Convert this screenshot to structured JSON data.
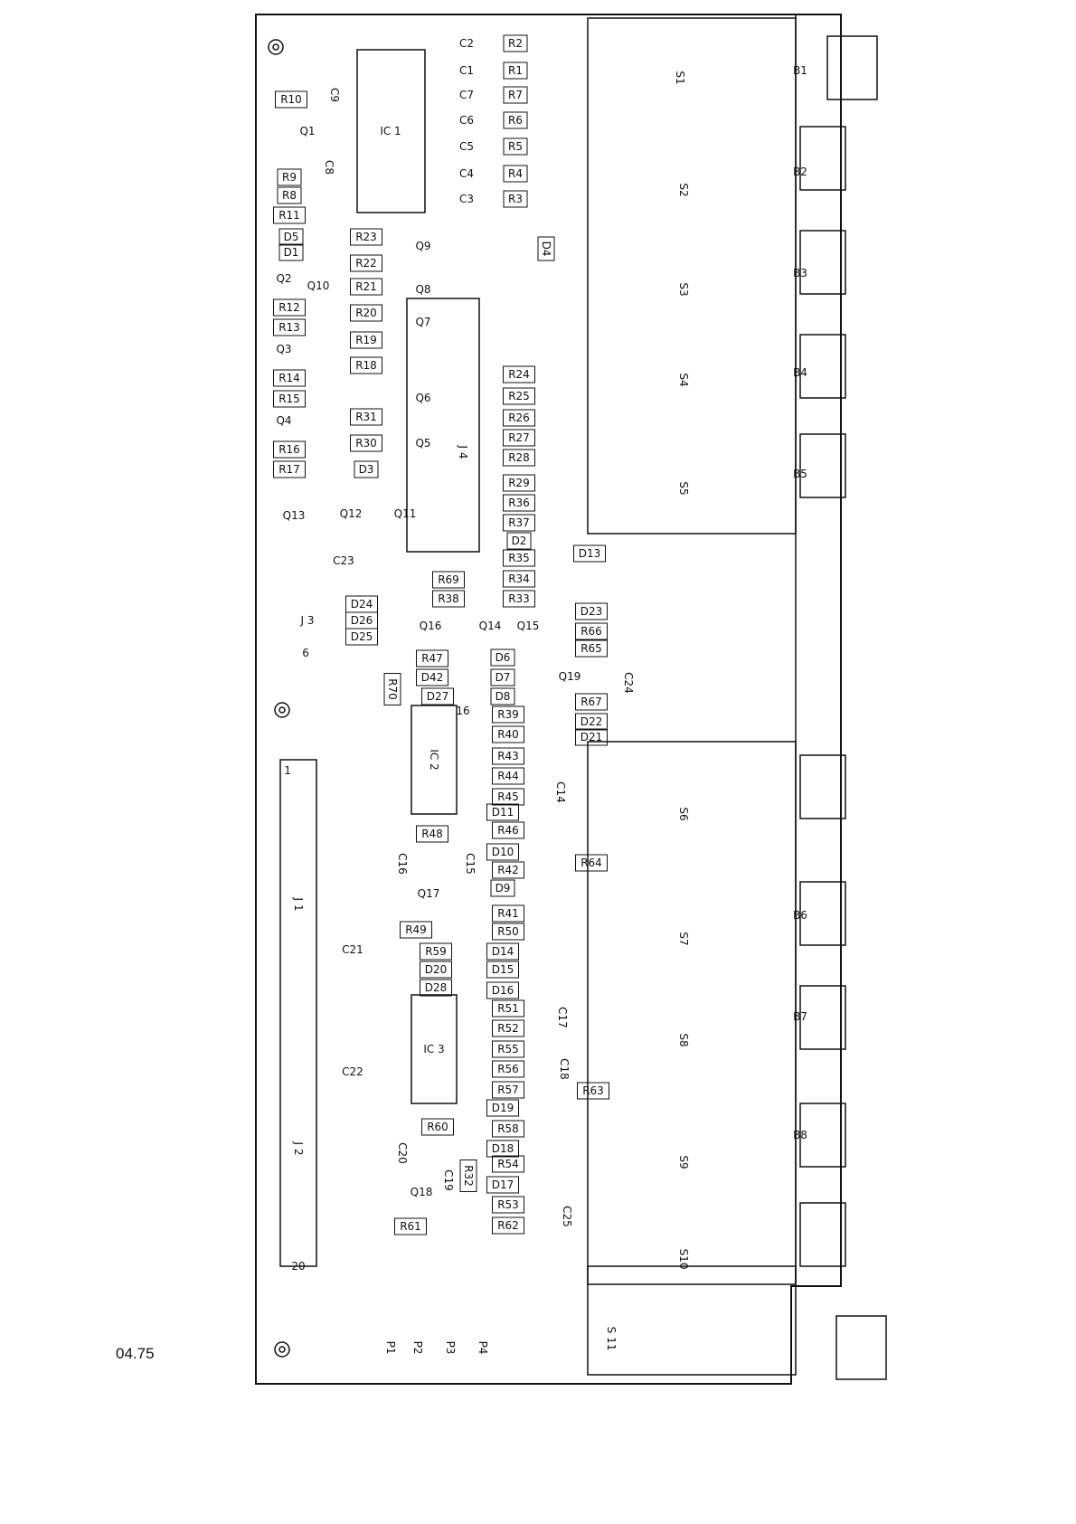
{
  "page_number": "04.75",
  "labels": {
    "resistors": [
      "R1",
      "R2",
      "R3",
      "R4",
      "R5",
      "R6",
      "R7",
      "R8",
      "R9",
      "R10",
      "R11",
      "R12",
      "R13",
      "R14",
      "R15",
      "R16",
      "R17",
      "R18",
      "R19",
      "R20",
      "R21",
      "R22",
      "R23",
      "R24",
      "R25",
      "R26",
      "R27",
      "R28",
      "R29",
      "R30",
      "R31",
      "R32",
      "R33",
      "R34",
      "R35",
      "R36",
      "R37",
      "R38",
      "R39",
      "R40",
      "R41",
      "R42",
      "R43",
      "R44",
      "R45",
      "R46",
      "R47",
      "R48",
      "R49",
      "R50",
      "R51",
      "R52",
      "R53",
      "R54",
      "R55",
      "R56",
      "R57",
      "R58",
      "R59",
      "R60",
      "R61",
      "R62",
      "R63",
      "R64",
      "R65",
      "R66",
      "R67",
      "R69",
      "R70"
    ],
    "diodes": [
      "D1",
      "D2",
      "D3",
      "D4",
      "D5",
      "D6",
      "D7",
      "D8",
      "D9",
      "D10",
      "D11",
      "D13",
      "D14",
      "D15",
      "D16",
      "D17",
      "D18",
      "D19",
      "D20",
      "D21",
      "D22",
      "D23",
      "D24",
      "D25",
      "D26",
      "D27",
      "D28",
      "D42"
    ],
    "capacitors": [
      "C1",
      "C2",
      "C3",
      "C4",
      "C5",
      "C6",
      "C7",
      "C8",
      "C9",
      "C14",
      "C15",
      "C16",
      "C17",
      "C18",
      "C19",
      "C20",
      "C21",
      "C22",
      "C23",
      "C24",
      "C25"
    ],
    "transistors": [
      "Q1",
      "Q2",
      "Q3",
      "Q4",
      "Q5",
      "Q6",
      "Q7",
      "Q8",
      "Q9",
      "Q10",
      "Q11",
      "Q12",
      "Q13",
      "Q14",
      "Q15",
      "Q16",
      "Q17",
      "Q18",
      "Q19"
    ],
    "ics": [
      "IC 1",
      "IC 2",
      "IC 3"
    ],
    "connectors": [
      "J 1",
      "J 2",
      "J 3",
      "J 4"
    ],
    "switches": [
      "S1",
      "S2",
      "S3",
      "S4",
      "S5",
      "S6",
      "S7",
      "S8",
      "S9",
      "S10",
      "S 11"
    ],
    "sockets": [
      "B1",
      "B2",
      "B3",
      "B4",
      "B5",
      "B6",
      "B7",
      "B8"
    ],
    "pots": [
      "P1",
      "P2",
      "P3",
      "P4"
    ],
    "pin_numbers": [
      "1",
      "6",
      "16",
      "20"
    ]
  }
}
